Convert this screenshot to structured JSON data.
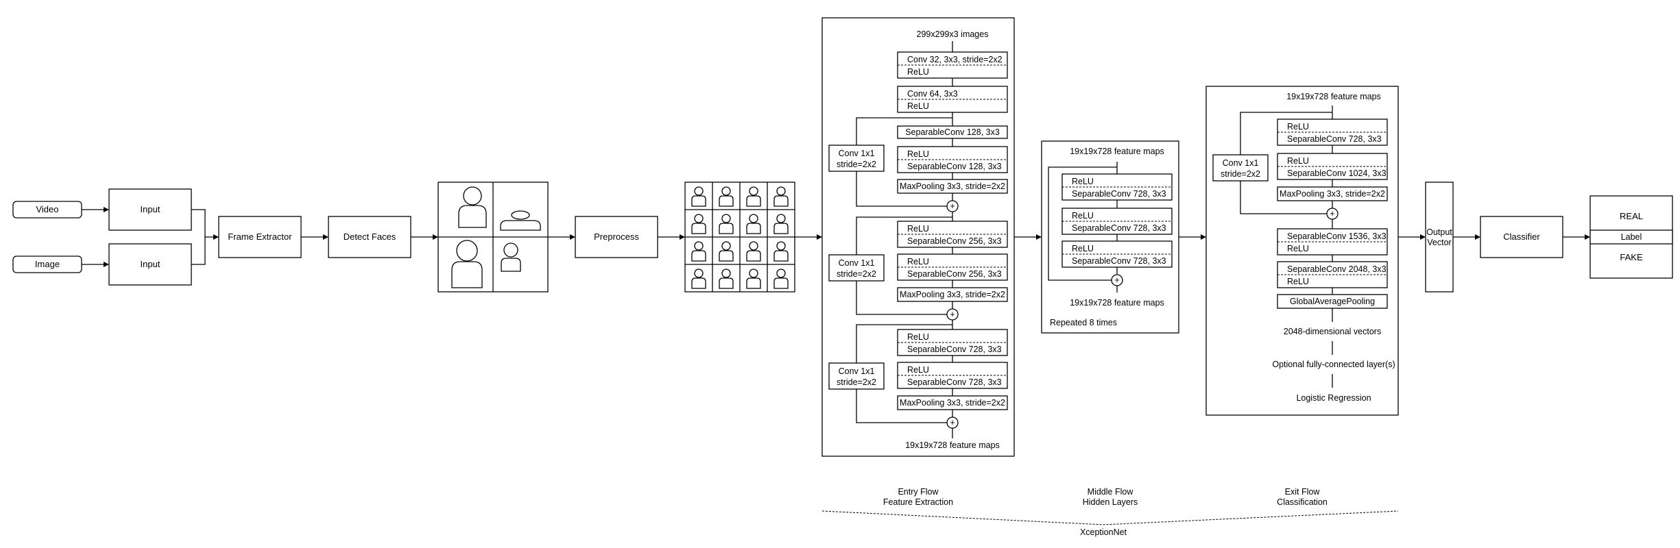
{
  "inputs": {
    "video": "Video",
    "image": "Image",
    "input_top": "Input",
    "input_bottom": "Input"
  },
  "pipeline": {
    "frame_extractor": "Frame Extractor",
    "detect_faces": "Detect Faces",
    "preprocess": "Preprocess"
  },
  "entry_flow": {
    "input_caption": "299x299x3 images",
    "block1": {
      "line1": "Conv 32, 3x3, stride=2x2",
      "line2": "ReLU"
    },
    "block2": {
      "line1": "Conv 64, 3x3",
      "line2": "ReLU"
    },
    "block3": "SeparableConv 128, 3x3",
    "block4": {
      "line1": "ReLU",
      "line2": "SeparableConv 128, 3x3"
    },
    "block5": "MaxPooling 3x3, stride=2x2",
    "block6": {
      "line1": "ReLU",
      "line2": "SeparableConv 256, 3x3"
    },
    "block7": {
      "line1": "ReLU",
      "line2": "SeparableConv 256, 3x3"
    },
    "block8": "MaxPooling 3x3, stride=2x2",
    "block9": {
      "line1": "ReLU",
      "line2": "SeparableConv 728, 3x3"
    },
    "block10": {
      "line1": "ReLU",
      "line2": "SeparableConv 728, 3x3"
    },
    "block11": "MaxPooling 3x3, stride=2x2",
    "skip1": {
      "line1": "Conv 1x1",
      "line2": "stride=2x2"
    },
    "skip2": {
      "line1": "Conv 1x1",
      "line2": "stride=2x2"
    },
    "skip3": {
      "line1": "Conv 1x1",
      "line2": "stride=2x2"
    },
    "output_caption": "19x19x728 feature maps",
    "plus": "+"
  },
  "middle_flow": {
    "input_caption": "19x19x728 feature maps",
    "block1": {
      "line1": "ReLU",
      "line2": "SeparableConv 728, 3x3"
    },
    "block2": {
      "line1": "ReLU",
      "line2": "SeparableConv 728, 3x3"
    },
    "block3": {
      "line1": "ReLU",
      "line2": "SeparableConv 728, 3x3"
    },
    "output_caption": "19x19x728 feature maps",
    "repeat_note": "Repeated 8 times",
    "plus": "+"
  },
  "exit_flow": {
    "input_caption": "19x19x728 feature maps",
    "block1": {
      "line1": "ReLU",
      "line2": "SeparableConv 728, 3x3"
    },
    "block2": {
      "line1": "ReLU",
      "line2": "SeparableConv 1024, 3x3"
    },
    "block3": "MaxPooling 3x3, stride=2x2",
    "skip": {
      "line1": "Conv 1x1",
      "line2": "stride=2x2"
    },
    "block4": {
      "line1": "SeparableConv 1536, 3x3",
      "line2": "ReLU"
    },
    "block5": {
      "line1": "SeparableConv 2048, 3x3",
      "line2": "ReLU"
    },
    "block6": "GlobalAveragePooling",
    "vectors": "2048-dimensional vectors",
    "fc": "Optional fully-connected layer(s)",
    "logreg": "Logistic Regression",
    "plus": "+"
  },
  "output": {
    "vector_line1": "Output",
    "vector_line2": "Vector",
    "classifier": "Classifier",
    "real": "REAL",
    "label": "Label",
    "fake": "FAKE"
  },
  "captions": {
    "entry_line1": "Entry Flow",
    "entry_line2": "Feature Extraction",
    "middle_line1": "Middle Flow",
    "middle_line2": "Hidden Layers",
    "exit_line1": "Exit Flow",
    "exit_line2": "Classification",
    "xception": "XceptionNet"
  }
}
